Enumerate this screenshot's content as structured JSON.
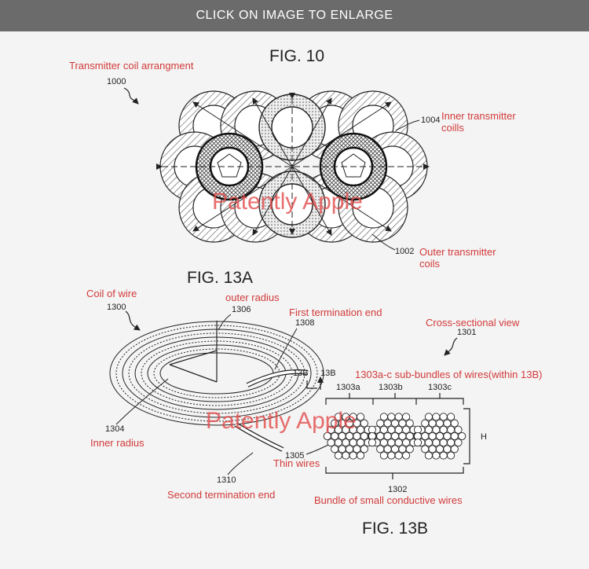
{
  "banner": {
    "text": "CLICK ON IMAGE TO ENLARGE"
  },
  "fig10": {
    "title": "FIG. 10",
    "ref_arrangement": "1000",
    "ref_inner": "1004",
    "ref_outer": "1002",
    "label_arrangement": "Transmitter coil arrangment",
    "label_inner_1": "Inner transmitter",
    "label_inner_2": "coills",
    "label_outer_1": "Outer transmitter",
    "label_outer_2": "coils"
  },
  "fig13a": {
    "title": "FIG. 13A",
    "ref_coil": "1300",
    "ref_outer_radius": "1306",
    "ref_first_end": "1308",
    "ref_inner_radius": "1304",
    "ref_second_end": "1310",
    "section_mark_left": "13B",
    "section_mark_right": "13B",
    "label_coil": "Coil of wire",
    "label_outer_radius": "outer radius",
    "label_first_end": "First termination end",
    "label_inner_radius": "Inner radius",
    "label_second_end": "Second termination end"
  },
  "fig13b": {
    "title": "FIG. 13B",
    "ref_view": "1301",
    "ref_a": "1303a",
    "ref_b": "1303b",
    "ref_c": "1303c",
    "ref_thin": "1305",
    "ref_bundle": "1302",
    "height_mark": "H",
    "label_view": "Cross-sectional view",
    "label_sub": "1303a-c sub-bundles of wires(within 13B)",
    "label_thin": "Thin wires",
    "label_bundle": "Bundle of small conductive wires"
  },
  "watermark": {
    "text_1": "Patently Apple",
    "text_2": "Patently Apple"
  },
  "colors": {
    "banner": "#6b6b6b",
    "annotation": "#d23a3a",
    "background": "#f4f4f4"
  }
}
